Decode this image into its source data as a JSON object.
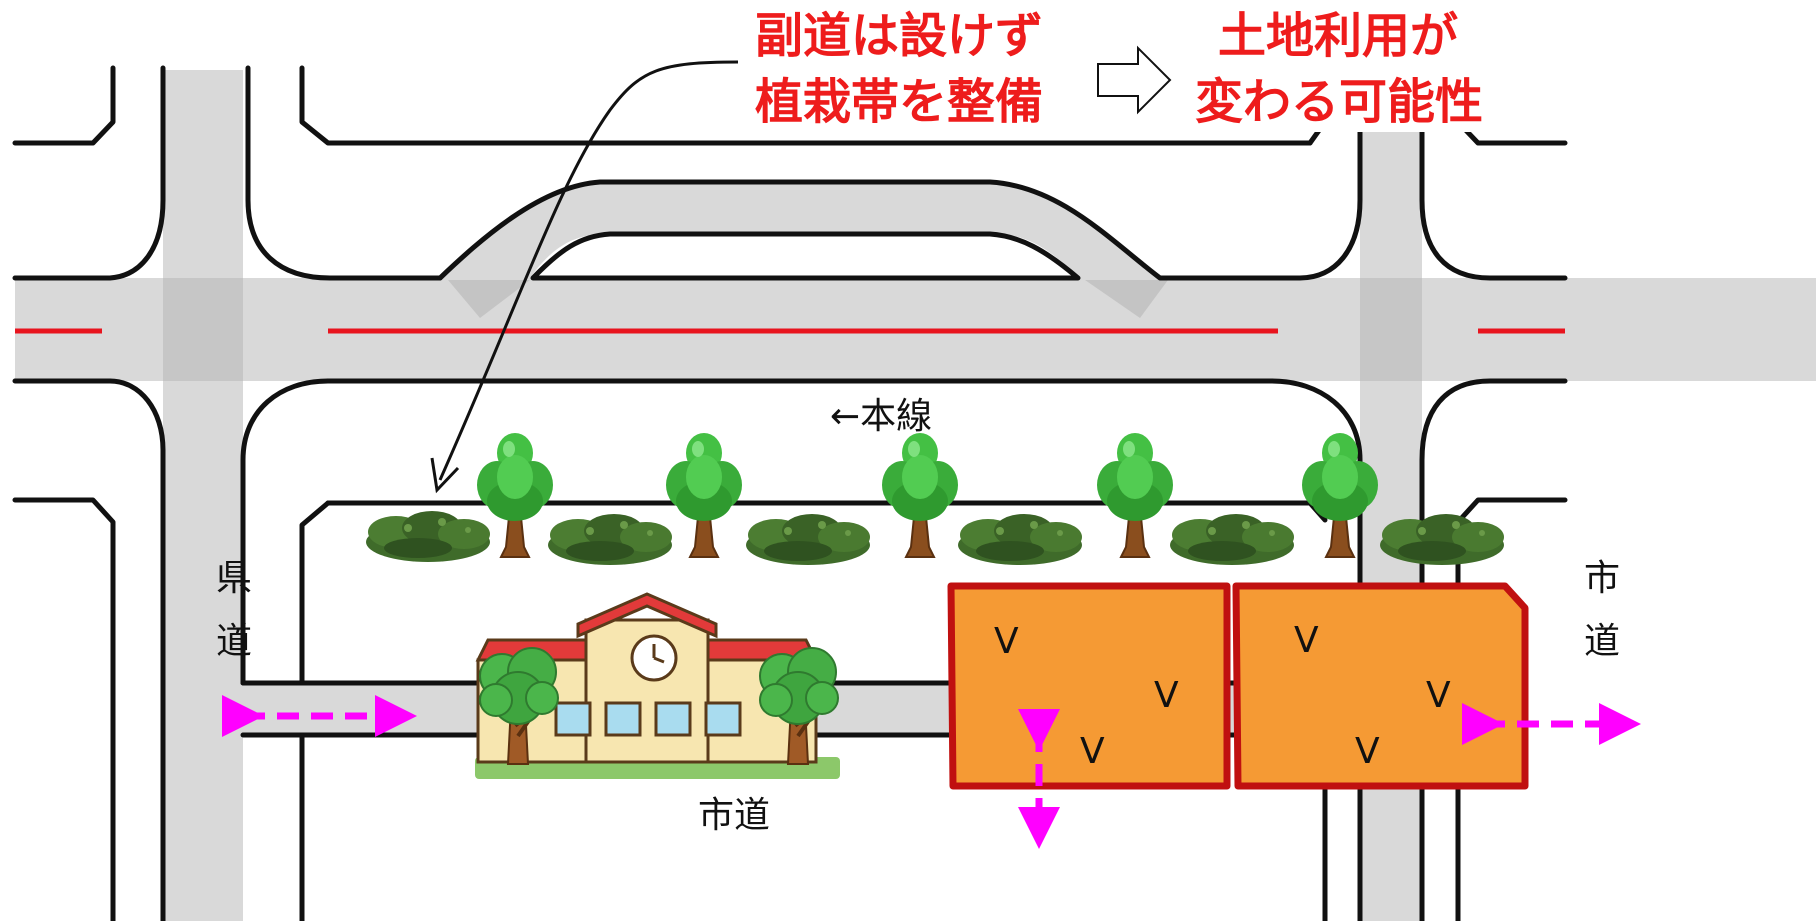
{
  "caption": {
    "left_line1": "副道は設けず",
    "left_line2": "植栽帯を整備",
    "right_line1": "土地利用が",
    "right_line2": "変わる可能性"
  },
  "labels": {
    "main_line": "←本線",
    "prefectural_road_1": "県",
    "prefectural_road_2": "道",
    "city_road_bottom": "市道",
    "city_road_right_1": "市",
    "city_road_right_2": "道"
  },
  "plots": {
    "left_marks": [
      "V",
      "V",
      "V"
    ],
    "right_marks": [
      "V",
      "V",
      "V"
    ]
  },
  "colors": {
    "road_fill": "#d9d9d9",
    "intersection": "#c6c6c6",
    "centerline": "#e8141e",
    "caption_text": "#ee1c1c",
    "plot_fill": "#f59a34",
    "plot_border": "#c01010",
    "access_arrow": "#ff00ff",
    "tree_foliage": "#3cb83c",
    "shrub": "#3f6b2a",
    "school_roof": "#e23a3a",
    "school_wall": "#f7e6b0",
    "grass": "#8cc86a"
  },
  "icons": [
    "school-icon",
    "tree-icon",
    "shrub-icon",
    "hollow-arrow-icon"
  ]
}
